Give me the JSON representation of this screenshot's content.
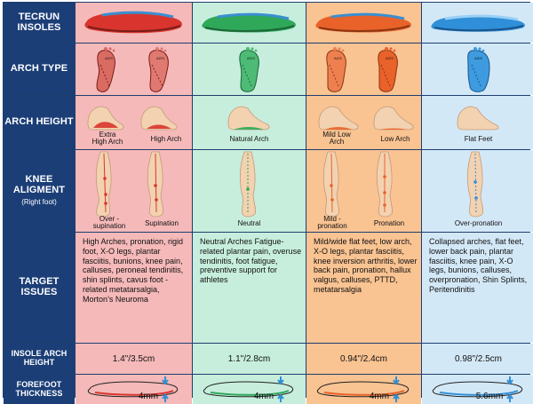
{
  "row_headers": {
    "brand": "TECRUN INSOLES",
    "arch_type": "ARCH TYPE",
    "arch_height": "ARCH HEIGHT",
    "knee_title": "KNEE ALIGMENT",
    "knee_sub": "(Right foot)",
    "target_issues": "TARGET ISSUES",
    "insole_arch_height": "INSOLE ARCH HEIGHT",
    "forefoot_thickness": "FOREFOOT THICKNESS"
  },
  "columns": [
    {
      "color": "#f5b9b9",
      "insole_color": "#d9352e",
      "print_color": "#d96b62",
      "print_labels": [
        "AZ/S",
        "AZ/S"
      ],
      "arch_heights": [
        "Extra High Arch",
        "High Arch"
      ],
      "knee_labels": [
        "Over -supination",
        "Supination"
      ],
      "issues": "High Arches, pronation, rigid foot, X-O legs, plantar fasciitis, bunions, knee pain, calluses, peroneal tendinitis, shin splints, cavus foot -related metatarsalgia, Morton’s Neuroma",
      "insole_arch": "1.4\"/3.5cm",
      "forefoot": "4mm"
    },
    {
      "color": "#c7eedd",
      "insole_color": "#2fa85a",
      "print_color": "#4dbb76",
      "print_labels": [
        "AZ/S"
      ],
      "arch_heights": [
        "Natural Arch"
      ],
      "knee_labels": [
        "Neutral"
      ],
      "issues": "Neutral Arches Fatigue-related plantar pain, overuse tendinitis, foot fatigue, preventive support for athletes",
      "insole_arch": "1.1\"/2.8cm",
      "forefoot": "4mm"
    },
    {
      "color": "#f9c392",
      "insole_color": "#e9622a",
      "print_color": "#ee8050",
      "print_labels": [
        "AZ/S",
        "AZ/S"
      ],
      "arch_heights": [
        "Mild Low Arch",
        "Low Arch"
      ],
      "knee_labels": [
        "Mild -pronation",
        "Pronation"
      ],
      "issues": "Mild/wide flat feet, low arch, X-O legs, plantar fasciitis, knee inversion arthritis, lower back pain, pronation, hallux valgus, calluses, PTTD, metatarsalgia",
      "insole_arch": "0.94\"/2.4cm",
      "forefoot": "4mm"
    },
    {
      "color": "#d3e8f7",
      "insole_color": "#2f8fd8",
      "print_color": "#3e9be0",
      "print_labels": [
        "AZ/S"
      ],
      "arch_heights": [
        "Flat Feet"
      ],
      "knee_labels": [
        "Over-pronation"
      ],
      "issues": "Collapsed arches, flat feet, lower back pain, plantar fasciitis, knee pain, X-O legs, bunions, calluses, overpronation, Shin Splints, Peritendinitis",
      "insole_arch": "0.98\"/2.5cm",
      "forefoot": "5.6mm"
    }
  ]
}
